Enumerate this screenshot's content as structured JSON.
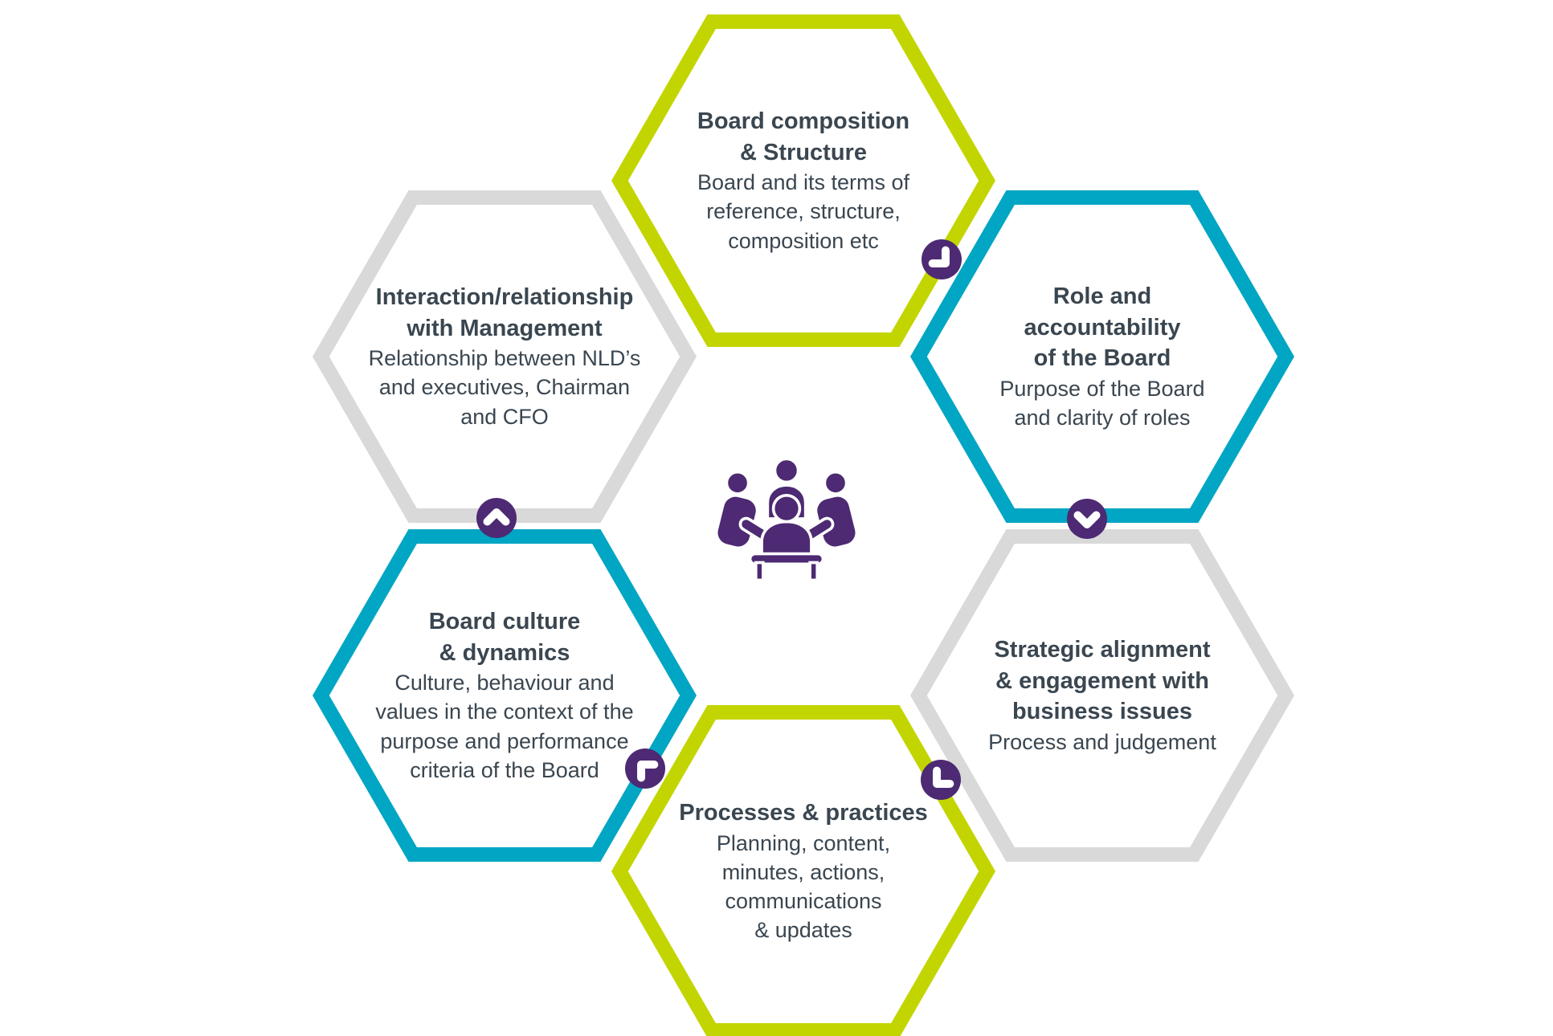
{
  "diagram": {
    "title": "Board effectiveness hexagon cycle",
    "colors": {
      "lime": "#c3d500",
      "teal": "#00a6c3",
      "gray": "#d9d9d9",
      "purple": "#4d2a73",
      "text": "#3a4650"
    },
    "center_icon": "meeting-people-icon",
    "hexagons": [
      {
        "id": "board-composition",
        "position": "top",
        "border_color": "lime",
        "title": "Board composition\n& Structure",
        "body": "Board and its terms of\nreference, structure,\ncomposition etc"
      },
      {
        "id": "role-accountability",
        "position": "top-right",
        "border_color": "teal",
        "title": "Role and\naccountability\nof the Board",
        "body": "Purpose of the Board\nand clarity of roles"
      },
      {
        "id": "strategic-alignment",
        "position": "bottom-right",
        "border_color": "gray",
        "title": "Strategic alignment\n& engagement with\nbusiness issues",
        "body": "Process and judgement"
      },
      {
        "id": "processes-practices",
        "position": "bottom",
        "border_color": "lime",
        "title": "Processes & practices",
        "body": "Planning, content,\nminutes, actions,\ncommunications\n& updates"
      },
      {
        "id": "board-culture",
        "position": "bottom-left",
        "border_color": "teal",
        "title": "Board culture\n& dynamics",
        "body": "Culture, behaviour and\nvalues in the context of the\npurpose and performance\ncriteria of the Board"
      },
      {
        "id": "interaction-management",
        "position": "top-left",
        "border_color": "gray",
        "title": "Interaction/relationship\nwith Management",
        "body": "Relationship between NLD’s\nand executives, Chairman\nand CFO"
      }
    ],
    "connectors": [
      {
        "between": [
          "board-composition",
          "role-accountability"
        ],
        "direction": "down-right"
      },
      {
        "between": [
          "role-accountability",
          "strategic-alignment"
        ],
        "direction": "down"
      },
      {
        "between": [
          "strategic-alignment",
          "processes-practices"
        ],
        "direction": "down-left"
      },
      {
        "between": [
          "processes-practices",
          "board-culture"
        ],
        "direction": "up-left"
      },
      {
        "between": [
          "board-culture",
          "interaction-management"
        ],
        "direction": "up"
      }
    ]
  }
}
